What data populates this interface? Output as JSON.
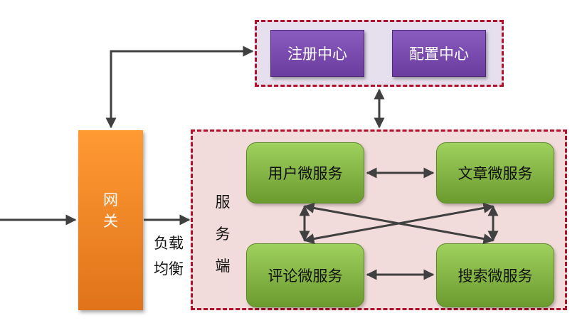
{
  "registry_group": {
    "registry_label": "注册中心",
    "config_label": "配置中心"
  },
  "service_group": {
    "label": "服务端",
    "user_service": "用户微服务",
    "article_service": "文章微服务",
    "comment_service": "评论微服务",
    "search_service": "搜索微服务"
  },
  "gateway": {
    "label": "网关"
  },
  "load_balance_label": "负载均衡",
  "colors": {
    "group_border": "#b0102a",
    "registry_fill": "#7a4cb0",
    "service_fill": "#8cc04a",
    "gateway_fill": "#f58a25",
    "arrow": "#404040"
  }
}
